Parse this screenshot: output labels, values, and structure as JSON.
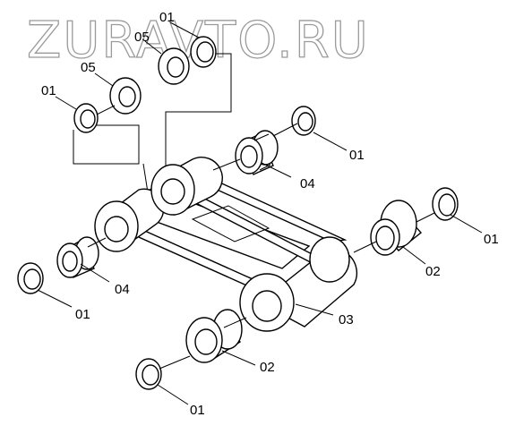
{
  "watermark": "ZURAVTO.RU",
  "labels": {
    "l01_top": "01",
    "l05_top": "05",
    "l05_left": "05",
    "l01_left": "01",
    "l01_rightmid": "01",
    "l04_right": "04",
    "l01_farright": "01",
    "l02_right": "02",
    "l04_left": "04",
    "l01_leftbottom": "01",
    "l03": "03",
    "l02_bottom": "02",
    "l01_bottom": "01"
  }
}
